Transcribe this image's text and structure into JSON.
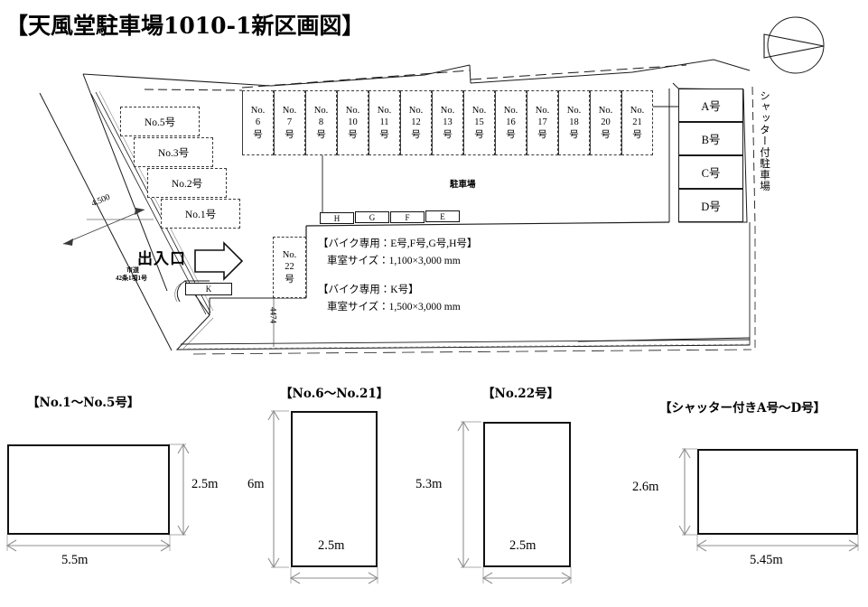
{
  "title": "【天風堂駐車場1010-1新区画図】",
  "compass": {
    "name": "north-arrow"
  },
  "site": {
    "area_label": "駐車場",
    "entrance_label": "出入口",
    "road_label_line1": "市道",
    "road_label_line2": "42条1項1号",
    "dimension_left": "4.500",
    "dimension_vertical": "4474",
    "shutter_side_label": "シャッター付駐車場",
    "top_stalls": [
      {
        "prefix": "No.",
        "number": "6",
        "suffix": "号"
      },
      {
        "prefix": "No.",
        "number": "7",
        "suffix": "号"
      },
      {
        "prefix": "No.",
        "number": "8",
        "suffix": "号"
      },
      {
        "prefix": "No.",
        "number": "10",
        "suffix": "号"
      },
      {
        "prefix": "No.",
        "number": "11",
        "suffix": "号"
      },
      {
        "prefix": "No.",
        "number": "12",
        "suffix": "号"
      },
      {
        "prefix": "No.",
        "number": "13",
        "suffix": "号"
      },
      {
        "prefix": "No.",
        "number": "15",
        "suffix": "号"
      },
      {
        "prefix": "No.",
        "number": "16",
        "suffix": "号"
      },
      {
        "prefix": "No.",
        "number": "17",
        "suffix": "号"
      },
      {
        "prefix": "No.",
        "number": "18",
        "suffix": "号"
      },
      {
        "prefix": "No.",
        "number": "20",
        "suffix": "号"
      },
      {
        "prefix": "No.",
        "number": "21",
        "suffix": "号"
      }
    ],
    "left_stalls": [
      {
        "label": "No.5号"
      },
      {
        "label": "No.3号"
      },
      {
        "label": "No.2号"
      },
      {
        "label": "No.1号"
      }
    ],
    "stall_22": {
      "prefix": "No.",
      "number": "22",
      "suffix": "号"
    },
    "shutter_stalls": [
      {
        "label": "A号"
      },
      {
        "label": "B号"
      },
      {
        "label": "C号"
      },
      {
        "label": "D号"
      }
    ],
    "bike_stalls": [
      {
        "label": "H"
      },
      {
        "label": "G"
      },
      {
        "label": "F"
      },
      {
        "label": "E"
      },
      {
        "label": "K"
      }
    ],
    "annotations": [
      {
        "line1": "【バイク専用：E号,F号,G号,H号】",
        "line2": "車室サイズ：1,100×3,000 mm"
      },
      {
        "line1": "【バイク専用：K号】",
        "line2": "車室サイズ：1,500×3,000 mm"
      }
    ]
  },
  "details": [
    {
      "caption": "【No.1～No.5号】",
      "width": "5.5m",
      "height": "2.5m"
    },
    {
      "caption": "【No.6～No.21】",
      "width": "2.5m",
      "height": "6m"
    },
    {
      "caption": "【No.22号】",
      "width": "2.5m",
      "height": "5.3m"
    },
    {
      "caption": "【シャッター付きA号～D号】",
      "width": "5.45m",
      "height": "2.6m"
    }
  ],
  "colors": {
    "line": "#1a1a1a",
    "dashed": "#3a3a3a",
    "dim": "#8a8a8a"
  }
}
